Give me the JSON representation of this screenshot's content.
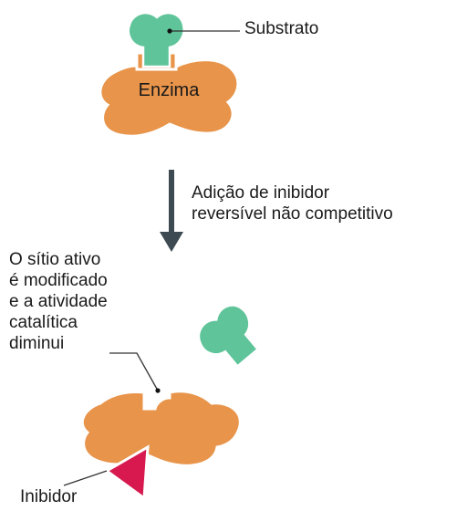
{
  "labels": {
    "substrate": "Substrato",
    "enzyme": "Enzima",
    "arrow_line1": "Adição de inibidor",
    "arrow_line2": "reversível não competitivo",
    "active_site_line1": "O sítio ativo",
    "active_site_line2": "é modificado",
    "active_site_line3": "e a atividade",
    "active_site_line4": "catalítica",
    "active_site_line5": "diminui",
    "inhibitor": "Inibidor"
  },
  "colors": {
    "enzyme": "#e8944a",
    "substrate": "#5fc49a",
    "inhibitor": "#d7194f",
    "arrow": "#3d4a52",
    "leader_line": "#333333"
  }
}
